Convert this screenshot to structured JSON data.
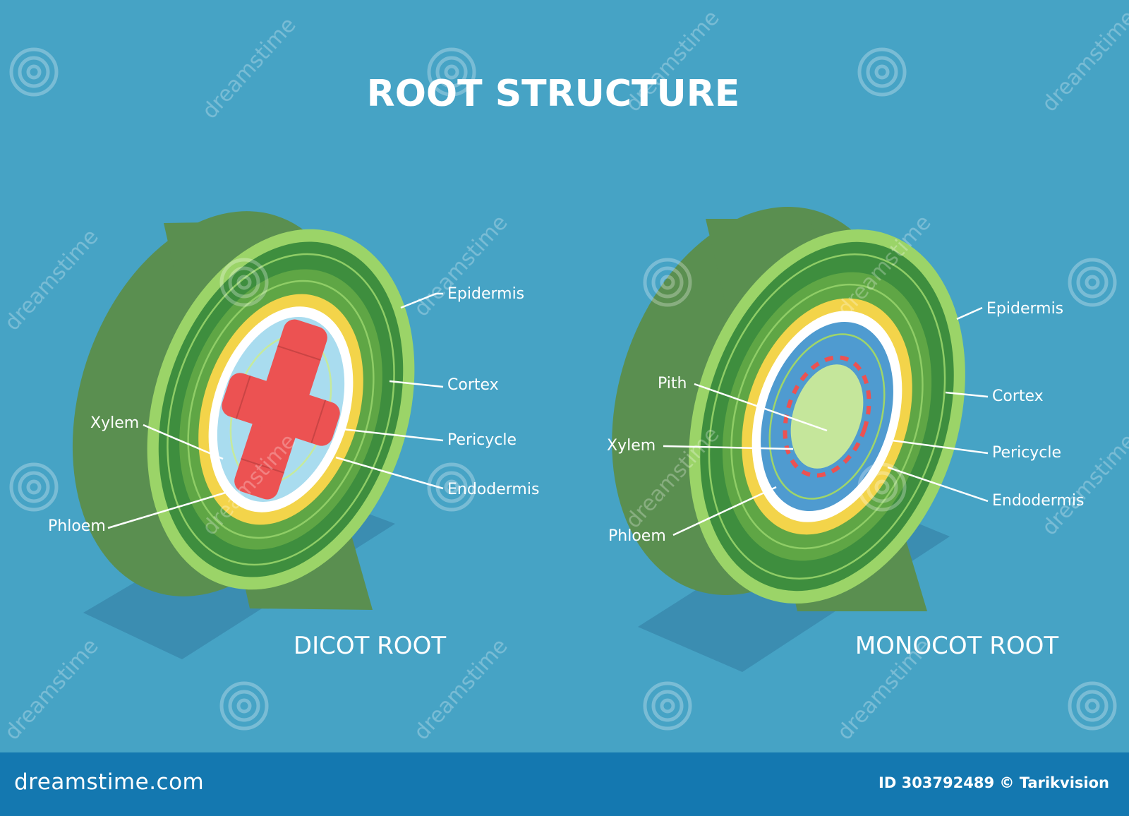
{
  "title": "ROOT STRUCTURE",
  "dicot": {
    "caption": "DICOT ROOT",
    "labels": {
      "epidermis": "Epidermis",
      "cortex": "Cortex",
      "pericycle": "Pericycle",
      "endodermis": "Endodermis",
      "xylem": "Xylem",
      "phloem": "Phloem"
    }
  },
  "monocot": {
    "caption": "MONOCOT ROOT",
    "labels": {
      "epidermis": "Epidermis",
      "cortex": "Cortex",
      "pericycle": "Pericycle",
      "endodermis": "Endodermis",
      "pith": "Pith",
      "xylem": "Xylem",
      "phloem": "Phloem"
    }
  },
  "footer": {
    "site": "dreamstime.com",
    "credit": "ID 303792489 © Tarikvision"
  },
  "watermark": "dreamstime",
  "colors": {
    "background": "#46a3c5",
    "footer": "#1478b0",
    "outer_side": "#5a8f50",
    "epidermis": "#9bd468",
    "cortex": "#3e8e3e",
    "endodermis": "#f3d44a",
    "pericycle": "#ffffff",
    "dicot_stele": "#a9dcef",
    "xylem": "#ec5252",
    "monocot_vascular": "#4f9bd0",
    "pith": "#c5e69b"
  }
}
